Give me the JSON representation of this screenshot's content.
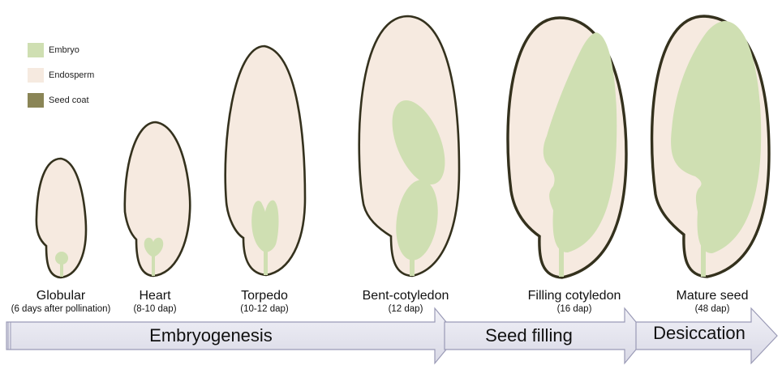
{
  "colors": {
    "embryo": "#cfdfb2",
    "endosperm": "#f6eae0",
    "seed_coat": "#8a8556",
    "outline": "#34311d",
    "arrow_fill": "#e6e6f0",
    "arrow_stroke": "#9a9ab6"
  },
  "legend": [
    {
      "label": "Embryo",
      "color": "#cfdfb2"
    },
    {
      "label": "Endosperm",
      "color": "#f6eae0"
    },
    {
      "label": "Seed coat",
      "color": "#8a8556"
    }
  ],
  "stages": [
    {
      "name": "Globular",
      "sub": "(6 days after pollination)"
    },
    {
      "name": "Heart",
      "sub": "(8-10 dap)"
    },
    {
      "name": "Torpedo",
      "sub": "(10-12 dap)"
    },
    {
      "name": "Bent-cotyledon",
      "sub": "(12 dap)"
    },
    {
      "name": "Filling cotyledon",
      "sub": "(16 dap)"
    },
    {
      "name": "Mature seed",
      "sub": "(48 dap)"
    }
  ],
  "phases": [
    {
      "label": "Embryogenesis"
    },
    {
      "label": "Seed filling"
    },
    {
      "label": "Desiccation"
    }
  ]
}
